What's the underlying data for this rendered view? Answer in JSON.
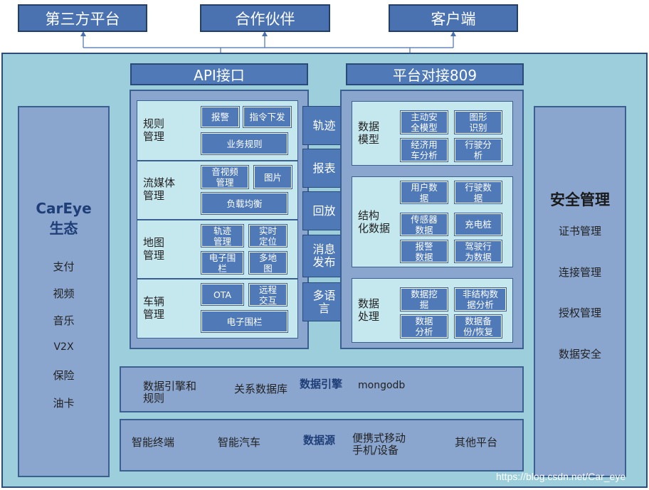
{
  "top": {
    "third_party": "第三方平台",
    "partner": "合作伙伴",
    "client": "客户端"
  },
  "headers": {
    "api": "API接口",
    "platform": "平台对接809"
  },
  "left_sidebar": {
    "title_line1": "CarEye",
    "title_line2": "生态",
    "items": [
      "支付",
      "视频",
      "音乐",
      "V2X",
      "保险",
      "油卡"
    ]
  },
  "right_sidebar": {
    "title": "安全管理",
    "items": [
      "证书管理",
      "连接管理",
      "授权管理",
      "数据安全"
    ]
  },
  "api_panel": {
    "rules": {
      "label_line1": "规则",
      "label_line2": "管理",
      "buttons": [
        "报警",
        "指令下发",
        "业务规则"
      ]
    },
    "media": {
      "label_line1": "流媒体",
      "label_line2": "管理",
      "buttons": [
        [
          "音视频",
          "管理"
        ],
        [
          "图片"
        ],
        [
          "负载均衡"
        ]
      ]
    },
    "map": {
      "label_line1": "地图",
      "label_line2": "管理",
      "buttons": [
        [
          "轨迹",
          "管理"
        ],
        [
          "实时",
          "定位"
        ],
        [
          "电子围",
          "栏"
        ],
        [
          "多地",
          "图"
        ]
      ]
    },
    "vehicle": {
      "label_line1": "车辆",
      "label_line2": "管理",
      "buttons": [
        [
          "OTA"
        ],
        [
          "远程",
          "交互"
        ],
        [
          "电子围栏"
        ]
      ]
    }
  },
  "middle": [
    [
      "轨迹"
    ],
    [
      "报表"
    ],
    [
      "回放"
    ],
    [
      "消息",
      "发布"
    ],
    [
      "多语",
      "言"
    ]
  ],
  "platform_panel": {
    "model": {
      "label_line1": "数据",
      "label_line2": "模型",
      "buttons": [
        [
          "主动安",
          "全模型"
        ],
        [
          "图形",
          "识别"
        ],
        [
          "经济用",
          "车分析"
        ],
        [
          "行驶分",
          "析"
        ]
      ]
    },
    "structured": {
      "label_line1": "结构",
      "label_line2": "化数据",
      "buttons": [
        [
          "用户数",
          "据"
        ],
        [
          "行驶数",
          "据"
        ],
        [
          "传感器",
          "数据"
        ],
        [
          "充电桩"
        ],
        [
          "报警",
          "数据"
        ],
        [
          "驾驶行",
          "为数据"
        ]
      ]
    },
    "processing": {
      "label_line1": "数据",
      "label_line2": "处理",
      "buttons": [
        [
          "数据挖",
          "掘"
        ],
        [
          "非结构数",
          "据分析"
        ],
        [
          "数据",
          "分析"
        ],
        [
          "数据备",
          "份/恢复"
        ]
      ]
    }
  },
  "engine_bar": {
    "item1_line1": "数据引擎和",
    "item1_line2": "规则",
    "item2": "关系数据库",
    "title": "数据引擎",
    "item3": "mongodb"
  },
  "source_bar": {
    "item1": "智能终端",
    "item2": "智能汽车",
    "title": "数据源",
    "item3_line1": "便携式移动",
    "item3_line2": "手机/设备",
    "item4": "其他平台"
  },
  "watermark": "https://blog.csdn.net/Car_eye",
  "colors": {
    "box_blue": "#4f7ab7",
    "frame_teal": "#9ccfdb",
    "panel_blue": "#8aa6cf",
    "sub_light": "#c5e7ee",
    "title_dark": "#1f3e77"
  }
}
